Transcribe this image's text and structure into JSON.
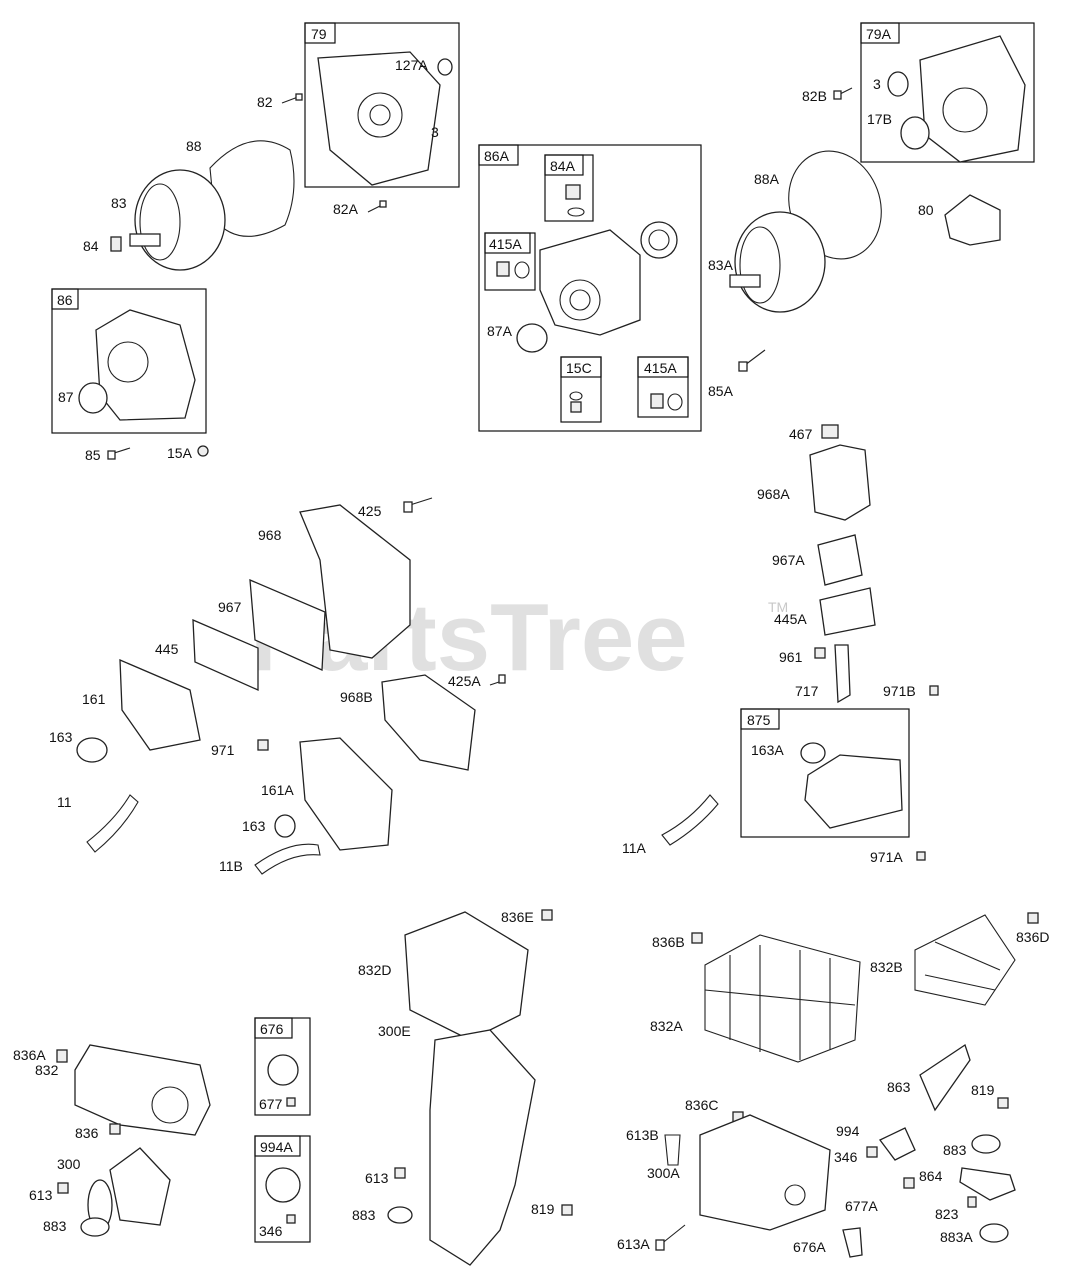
{
  "watermark": {
    "text": "PartsTree",
    "tm": "TM"
  },
  "boxes": [
    {
      "id": "79",
      "title": "79"
    },
    {
      "id": "79A",
      "title": "79A"
    },
    {
      "id": "86A",
      "title": "86A"
    },
    {
      "id": "84A",
      "title": "84A"
    },
    {
      "id": "415A-1",
      "title": "415A"
    },
    {
      "id": "15C",
      "title": "15C"
    },
    {
      "id": "415A-2",
      "title": "415A"
    },
    {
      "id": "86",
      "title": "86"
    },
    {
      "id": "875",
      "title": "875"
    },
    {
      "id": "676",
      "title": "676"
    },
    {
      "id": "994A",
      "title": "994A"
    }
  ],
  "labels": [
    "127A",
    "82",
    "3",
    "88",
    "83",
    "82A",
    "84",
    "87",
    "85",
    "15A",
    "82B",
    "3",
    "17B",
    "88A",
    "80",
    "83A",
    "87A",
    "85A",
    "467",
    "968A",
    "967A",
    "445A",
    "961",
    "717",
    "971B",
    "163A",
    "971A",
    "11A",
    "425",
    "968",
    "967",
    "445",
    "161",
    "425A",
    "968B",
    "163",
    "971",
    "11",
    "161A",
    "163",
    "11B",
    "836E",
    "832D",
    "836B",
    "836D",
    "832B",
    "832A",
    "863",
    "819",
    "836C",
    "613B",
    "994",
    "346",
    "883",
    "864",
    "300A",
    "677A",
    "823",
    "883A",
    "613A",
    "676A",
    "836A",
    "832",
    "677",
    "836",
    "300",
    "613",
    "883",
    "346",
    "300E",
    "613",
    "883",
    "819"
  ]
}
